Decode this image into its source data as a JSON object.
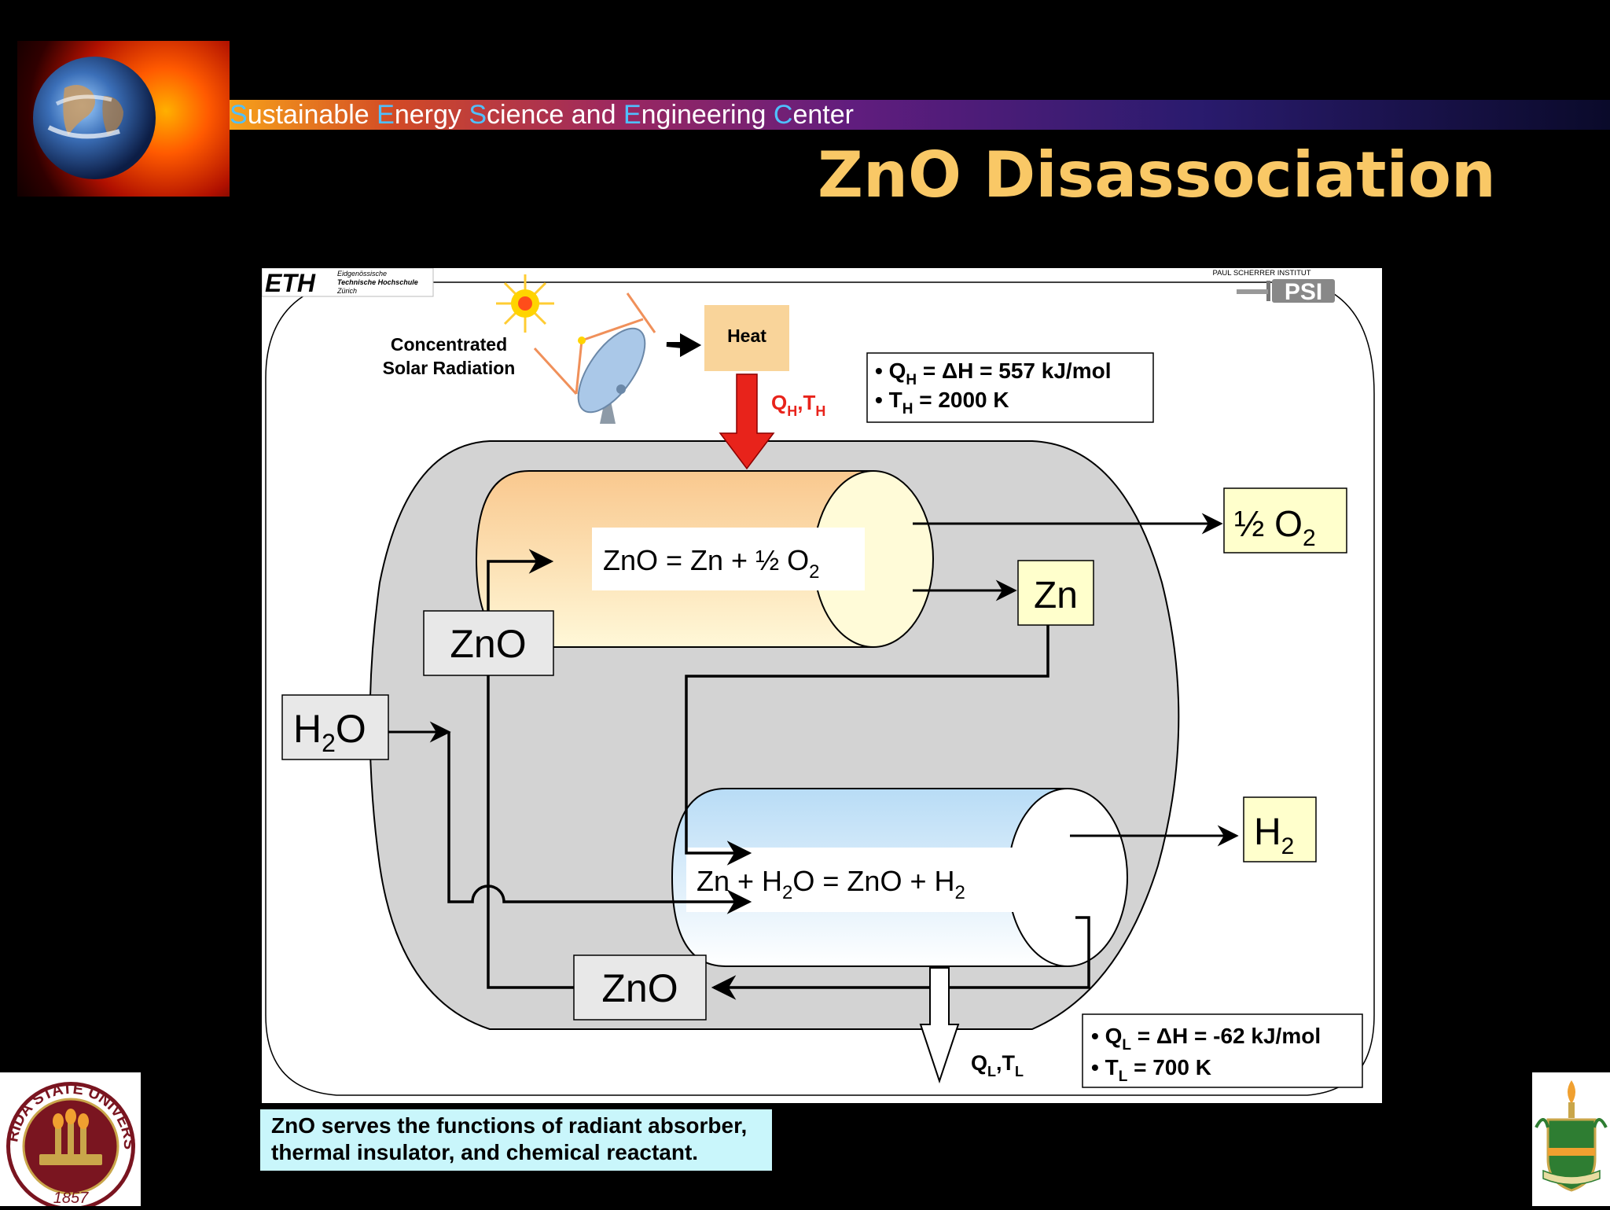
{
  "header": {
    "center_name_parts": [
      "S",
      "ustainable ",
      "E",
      "nergy ",
      "S",
      "cience and ",
      "E",
      "ngineering ",
      "C",
      "enter"
    ],
    "slide_title": "ZnO Disassociation"
  },
  "diagram": {
    "eth_logo": "ETH",
    "eth_full_line1": "Eidgenössische",
    "eth_full_line2": "Technische Hochschule",
    "eth_full_line3": "Zürich",
    "psi_caption": "PAUL SCHERRER INSTITUT",
    "psi_logo": "PSI",
    "solar_label_line1": "Concentrated",
    "solar_label_line2": "Solar Radiation",
    "heat_label": "Heat",
    "qh_th_label": "Q_H,T_H",
    "hot_box_line1": "• Q_H = ΔH = 557 kJ/mol",
    "hot_box_line2": "• T_H = 2000 K",
    "reaction_top": "ZnO = Zn + ½ O2",
    "reaction_bottom": "Zn + H2O = ZnO + H2",
    "out_o2": "½ O2",
    "out_zn": "Zn",
    "out_h2": "H2",
    "in_h2o": "H2O",
    "zno_left": "ZnO",
    "zno_bottom": "ZnO",
    "ql_tl_label": "Q_L,T_L",
    "cold_box_line1": "• Q_L = ΔH = -62 kJ/mol",
    "cold_box_line2": "• T_L = 700 K"
  },
  "caption": {
    "line1": "ZnO serves the functions of radiant absorber,",
    "line2": "thermal insulator, and chemical reactant."
  },
  "fsu_seal": {
    "text": "FLORIDA STATE UNIVERSITY",
    "year": "1857"
  },
  "colors": {
    "title": "#f9c866",
    "heat_arrow": "#e8231b",
    "caption_bg": "#c9f6fb",
    "output_box_bg": "#ffffcc",
    "chamber_bg": "#d3d3d3"
  }
}
